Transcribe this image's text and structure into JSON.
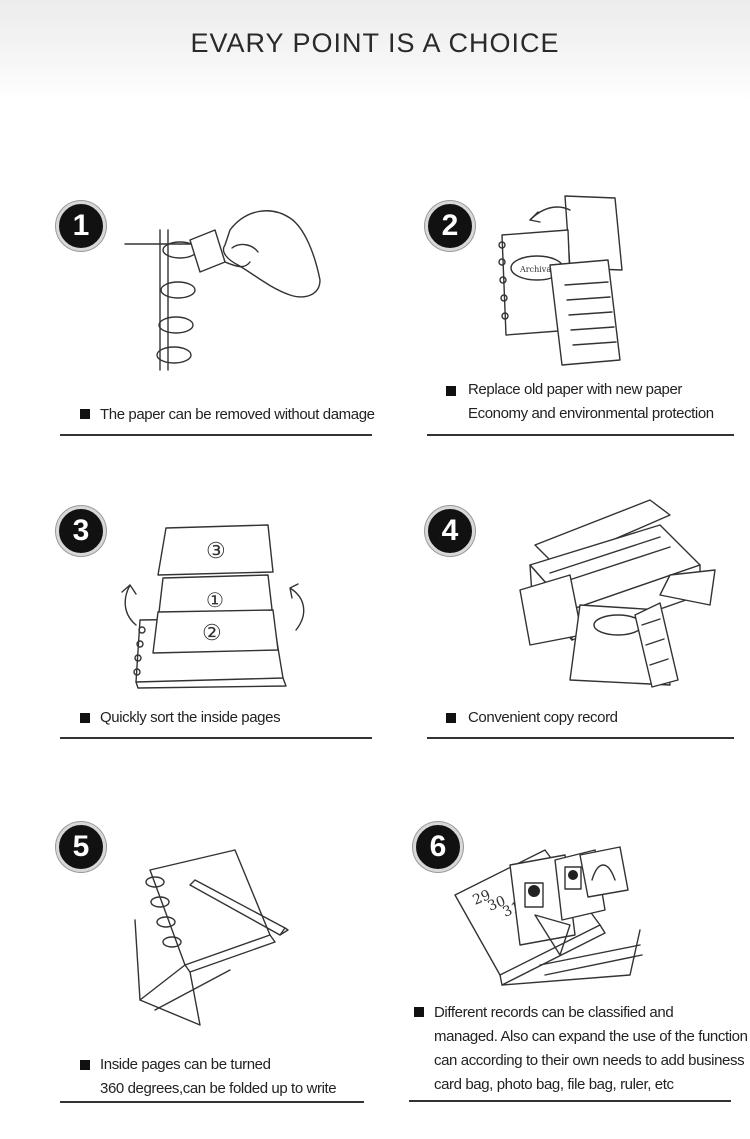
{
  "header": {
    "title": "EVARY POINT IS A CHOICE"
  },
  "features": [
    {
      "number": "1",
      "lines": [
        "The paper can be removed without damage"
      ],
      "icon": "hand-removing-page-icon"
    },
    {
      "number": "2",
      "lines": [
        "Replace old paper with new paper",
        "Economy and environmental protection"
      ],
      "icon": "replace-paper-icon"
    },
    {
      "number": "3",
      "lines": [
        "Quickly sort the inside pages"
      ],
      "icon": "sort-pages-icon"
    },
    {
      "number": "4",
      "lines": [
        "Convenient copy record"
      ],
      "icon": "copier-icon"
    },
    {
      "number": "5",
      "lines": [
        "Inside pages can be turned",
        "360 degrees,can be folded up to write"
      ],
      "icon": "folded-notebook-pen-icon"
    },
    {
      "number": "6",
      "lines": [
        "Different records can be classified and",
        "managed. Also can expand the use of the function",
        "can according to their own needs to add business",
        "card bag, photo bag, file bag, ruler, etc"
      ],
      "icon": "accessories-bag-icon"
    }
  ],
  "illustration_text": {
    "brand_mark": "Archival PRO",
    "sort_labels": [
      "③",
      "①",
      "②"
    ],
    "calendar_numbers": [
      "29",
      "30",
      "31"
    ]
  },
  "colors": {
    "badge": "#111111",
    "rule": "#333333",
    "header_gradient": "#ececec"
  }
}
